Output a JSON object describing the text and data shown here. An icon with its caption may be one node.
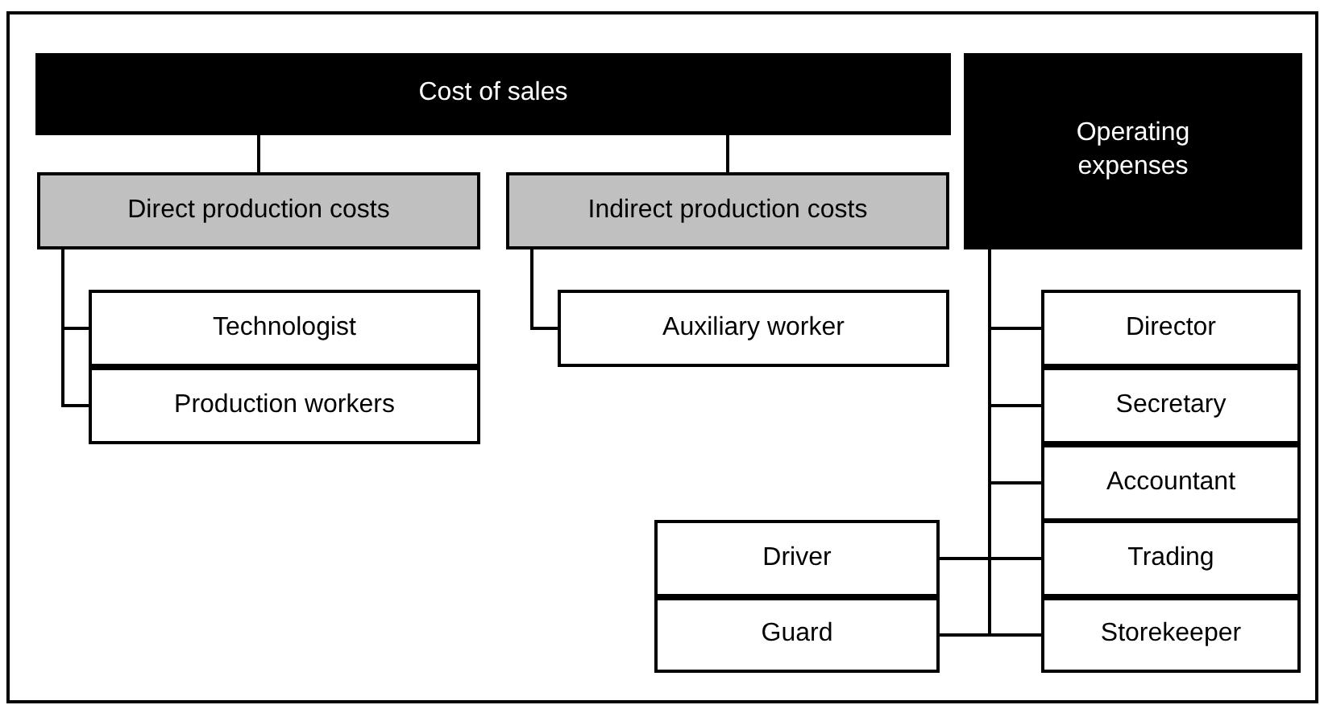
{
  "diagram": {
    "nodes": [
      {
        "text": [
          "Cost of sales"
        ]
      },
      {
        "text": [
          "Direct production costs"
        ]
      },
      {
        "text": [
          "Indirect production costs"
        ]
      },
      {
        "text": [
          "Technologist"
        ]
      },
      {
        "text": [
          "Production workers"
        ]
      },
      {
        "text": [
          "Auxiliary worker"
        ]
      },
      {
        "text": [
          "Operating expenses"
        ]
      },
      {
        "text": [
          "Director"
        ]
      },
      {
        "text": [
          "Secretary"
        ]
      },
      {
        "text": [
          "Accountant"
        ]
      },
      {
        "text": [
          "Trading"
        ]
      },
      {
        "text": [
          "Storekeeper"
        ]
      },
      {
        "text": [
          "Driver"
        ]
      },
      {
        "text": [
          "Guard"
        ]
      }
    ],
    "edges": [
      {
        "from": 0,
        "to": 1,
        "arrow": "none"
      },
      {
        "from": 0,
        "to": 2,
        "arrow": "none"
      },
      {
        "from": 1,
        "to": 3,
        "arrow": "none"
      },
      {
        "from": 1,
        "to": 4,
        "arrow": "none"
      },
      {
        "from": 2,
        "to": 5,
        "arrow": "none"
      },
      {
        "from": 6,
        "to": 7,
        "arrow": "none"
      },
      {
        "from": 6,
        "to": 8,
        "arrow": "none"
      },
      {
        "from": 6,
        "to": 9,
        "arrow": "none"
      },
      {
        "from": 6,
        "to": 10,
        "arrow": "none"
      },
      {
        "from": 6,
        "to": 11,
        "arrow": "none"
      },
      {
        "from": 6,
        "to": 12,
        "arrow": "none"
      },
      {
        "from": 6,
        "to": 13,
        "arrow": "none"
      }
    ]
  }
}
